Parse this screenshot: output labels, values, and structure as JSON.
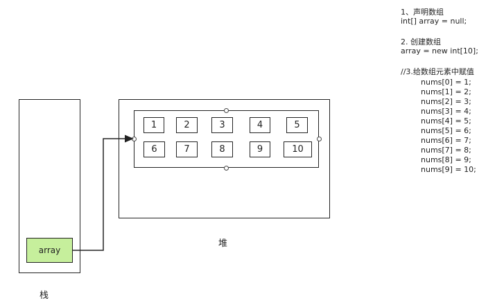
{
  "stack": {
    "label": "栈",
    "variable": "array"
  },
  "heap": {
    "label": "堆",
    "cells_row1": [
      "1",
      "2",
      "3",
      "4",
      "5"
    ],
    "cells_row2": [
      "6",
      "7",
      "8",
      "9",
      "10"
    ]
  },
  "code": {
    "step1_title": "1、声明数组",
    "step1_line": "int[] array = null;",
    "step2_title": "2. 创建数组",
    "step2_line": "array = new int[10];",
    "step3_title": "//3.给数组元素中赋值",
    "step3_lines": [
      "nums[0] = 1;",
      "nums[1] = 2;",
      "nums[2] = 3;",
      "nums[3] = 4;",
      "nums[4] = 5;",
      "nums[5] = 6;",
      "nums[6] = 7;",
      "nums[7] = 8;",
      "nums[8] = 9;",
      "nums[9] = 10;"
    ]
  },
  "colors": {
    "variable_fill": "#c6ef9c",
    "stroke": "#222222"
  }
}
